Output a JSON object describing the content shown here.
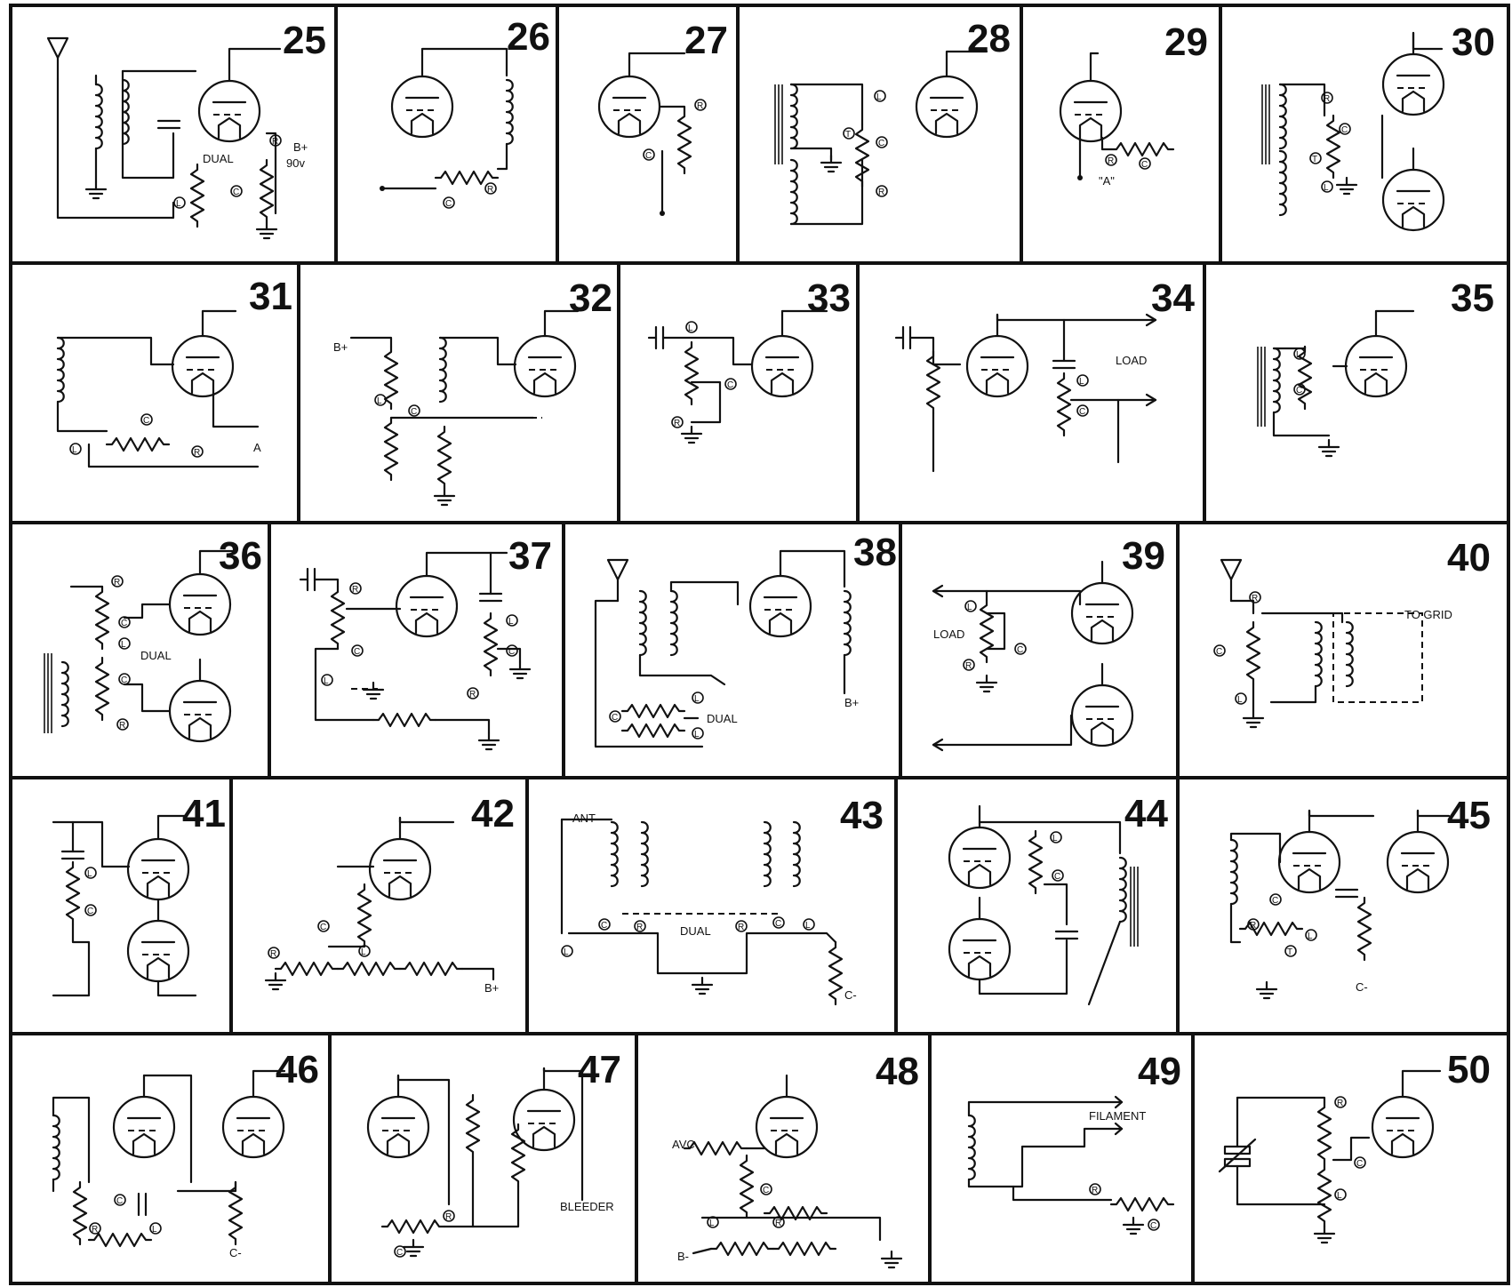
{
  "panels": [
    {
      "number": "25",
      "labels": [
        "DUAL",
        "B+",
        "90v"
      ],
      "markers": [
        "L",
        "C",
        "R"
      ]
    },
    {
      "number": "26",
      "labels": [],
      "markers": [
        "C",
        "R"
      ]
    },
    {
      "number": "27",
      "labels": [],
      "markers": [
        "R",
        "C"
      ]
    },
    {
      "number": "28",
      "labels": [],
      "markers": [
        "L",
        "T",
        "C",
        "R"
      ]
    },
    {
      "number": "29",
      "labels": [
        "\"A\""
      ],
      "markers": [
        "R",
        "C"
      ]
    },
    {
      "number": "30",
      "labels": [],
      "markers": [
        "R",
        "C",
        "T",
        "L"
      ]
    },
    {
      "number": "31",
      "labels": [
        "A"
      ],
      "markers": [
        "C",
        "L",
        "R"
      ]
    },
    {
      "number": "32",
      "labels": [
        "B+"
      ],
      "markers": [
        "L",
        "C"
      ]
    },
    {
      "number": "33",
      "labels": [],
      "markers": [
        "L",
        "C",
        "R"
      ]
    },
    {
      "number": "34",
      "labels": [
        "LOAD"
      ],
      "markers": [
        "L",
        "C"
      ]
    },
    {
      "number": "35",
      "labels": [],
      "markers": [
        "L",
        "C"
      ]
    },
    {
      "number": "36",
      "labels": [
        "DUAL"
      ],
      "markers": [
        "R",
        "C",
        "L",
        "C",
        "R"
      ]
    },
    {
      "number": "37",
      "labels": [],
      "markers": [
        "R",
        "C",
        "L",
        "L",
        "C",
        "R"
      ]
    },
    {
      "number": "38",
      "labels": [
        "DUAL",
        "B+"
      ],
      "markers": [
        "L",
        "C",
        "L"
      ]
    },
    {
      "number": "39",
      "labels": [
        "LOAD"
      ],
      "markers": [
        "L",
        "C",
        "R"
      ]
    },
    {
      "number": "40",
      "labels": [
        "TO GRID"
      ],
      "markers": [
        "R",
        "C",
        "L"
      ]
    },
    {
      "number": "41",
      "labels": [],
      "markers": [
        "L",
        "C"
      ]
    },
    {
      "number": "42",
      "labels": [
        "B+"
      ],
      "markers": [
        "C",
        "R",
        "L"
      ]
    },
    {
      "number": "43",
      "labels": [
        "ANT",
        "DUAL",
        "C-"
      ],
      "markers": [
        "C",
        "R",
        "L",
        "R",
        "C",
        "L"
      ]
    },
    {
      "number": "44",
      "labels": [],
      "markers": [
        "L",
        "C"
      ]
    },
    {
      "number": "45",
      "labels": [
        "C-"
      ],
      "markers": [
        "C",
        "R",
        "T",
        "L"
      ]
    },
    {
      "number": "46",
      "labels": [
        "C-"
      ],
      "markers": [
        "C",
        "R",
        "L"
      ]
    },
    {
      "number": "47",
      "labels": [
        "BLEEDER"
      ],
      "markers": [
        "R",
        "C"
      ]
    },
    {
      "number": "48",
      "labels": [
        "AVC",
        "B-"
      ],
      "markers": [
        "C",
        "L",
        "R"
      ]
    },
    {
      "number": "49",
      "labels": [
        "FILAMENT"
      ],
      "markers": [
        "R",
        "C"
      ]
    },
    {
      "number": "50",
      "labels": [],
      "markers": [
        "R",
        "C",
        "L"
      ]
    }
  ]
}
